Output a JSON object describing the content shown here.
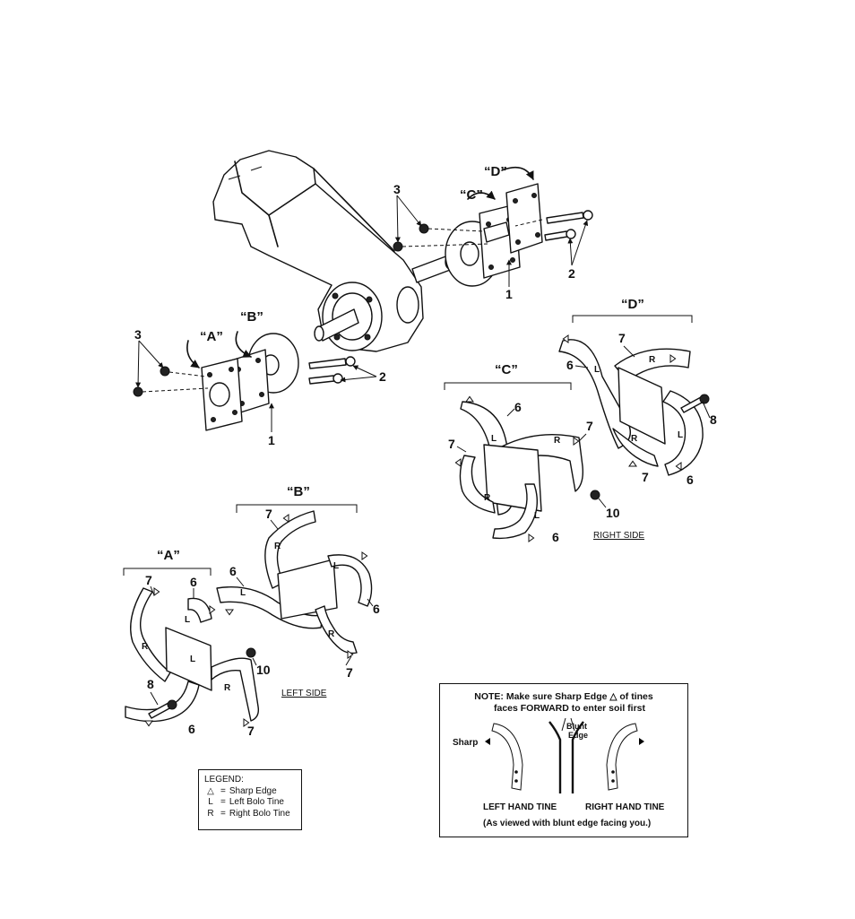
{
  "callouts": {
    "n1": "1",
    "n2": "2",
    "n3": "3",
    "n6": "6",
    "n7": "7",
    "n8": "8",
    "n10": "10"
  },
  "groups": {
    "a": "“A”",
    "b": "“B”",
    "c": "“C”",
    "d": "“D”"
  },
  "tine_letters": {
    "left": "L",
    "right": "R"
  },
  "sides": {
    "left": "LEFT SIDE",
    "right": "RIGHT SIDE"
  },
  "legend": {
    "title": "LEGEND:",
    "rows": [
      {
        "key": "△",
        "eq": "=",
        "text": "Sharp Edge"
      },
      {
        "key": "L",
        "eq": "=",
        "text": "Left Bolo Tine"
      },
      {
        "key": "R",
        "eq": "=",
        "text": "Right Bolo Tine"
      }
    ]
  },
  "note": {
    "line1": "NOTE:  Make sure Sharp Edge △ of tines",
    "line2": "faces FORWARD to enter soil first",
    "sharp": "Sharp",
    "blunt_1": "Blunt",
    "blunt_2": "Edge",
    "left_hand": "LEFT HAND TINE",
    "right_hand": "RIGHT HAND TINE",
    "viewed": "(As viewed with blunt edge facing you.)"
  }
}
